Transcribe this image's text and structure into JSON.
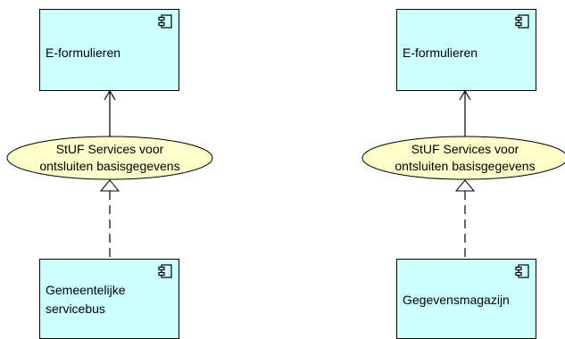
{
  "colors": {
    "component_fill": "#ccffff",
    "service_fill": "#ffffcc",
    "line": "#000000"
  },
  "left": {
    "top_component": {
      "label": "E-formulieren",
      "icon": "component-icon"
    },
    "service": {
      "label": "StUF Services voor\nontsluiten basisgegevens"
    },
    "bottom_component": {
      "label": "Gemeentelijke\nservicebus",
      "icon": "component-icon"
    }
  },
  "right": {
    "top_component": {
      "label": "E-formulieren",
      "icon": "component-icon"
    },
    "service": {
      "label": "StUF Services voor\nontsluiten basisgegevens"
    },
    "bottom_component": {
      "label": "Gegevensmagazijn",
      "icon": "component-icon"
    }
  }
}
